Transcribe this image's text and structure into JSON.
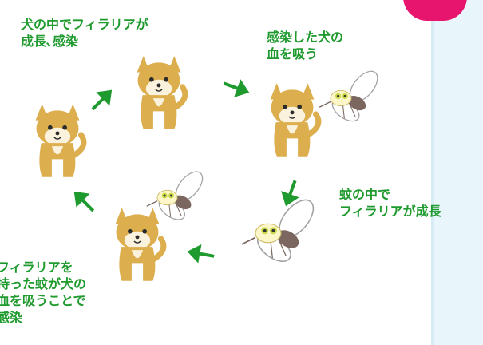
{
  "labels": {
    "grow_in_dog": "犬の中でフィラリアが\n成長､感染",
    "bite_infected": "感染した犬の\n血を吸う",
    "grow_in_mosquito": "蚊の中で\nフィラリアが成長",
    "infect_new_dog": "フィラリアを\n持った蚊が犬の\n血を吸うことで\n感染"
  },
  "colors": {
    "label_green": "#1f9a2e",
    "arrow_green": "#1f9a2e",
    "dog_body": "#dcae4e",
    "dog_cream": "#fbf2de",
    "panel_blue": "#e8f5fb",
    "accent_pink": "#e8156f"
  },
  "icons": [
    "shiba-dog-icon",
    "mosquito-icon",
    "cycle-arrow-icon"
  ]
}
